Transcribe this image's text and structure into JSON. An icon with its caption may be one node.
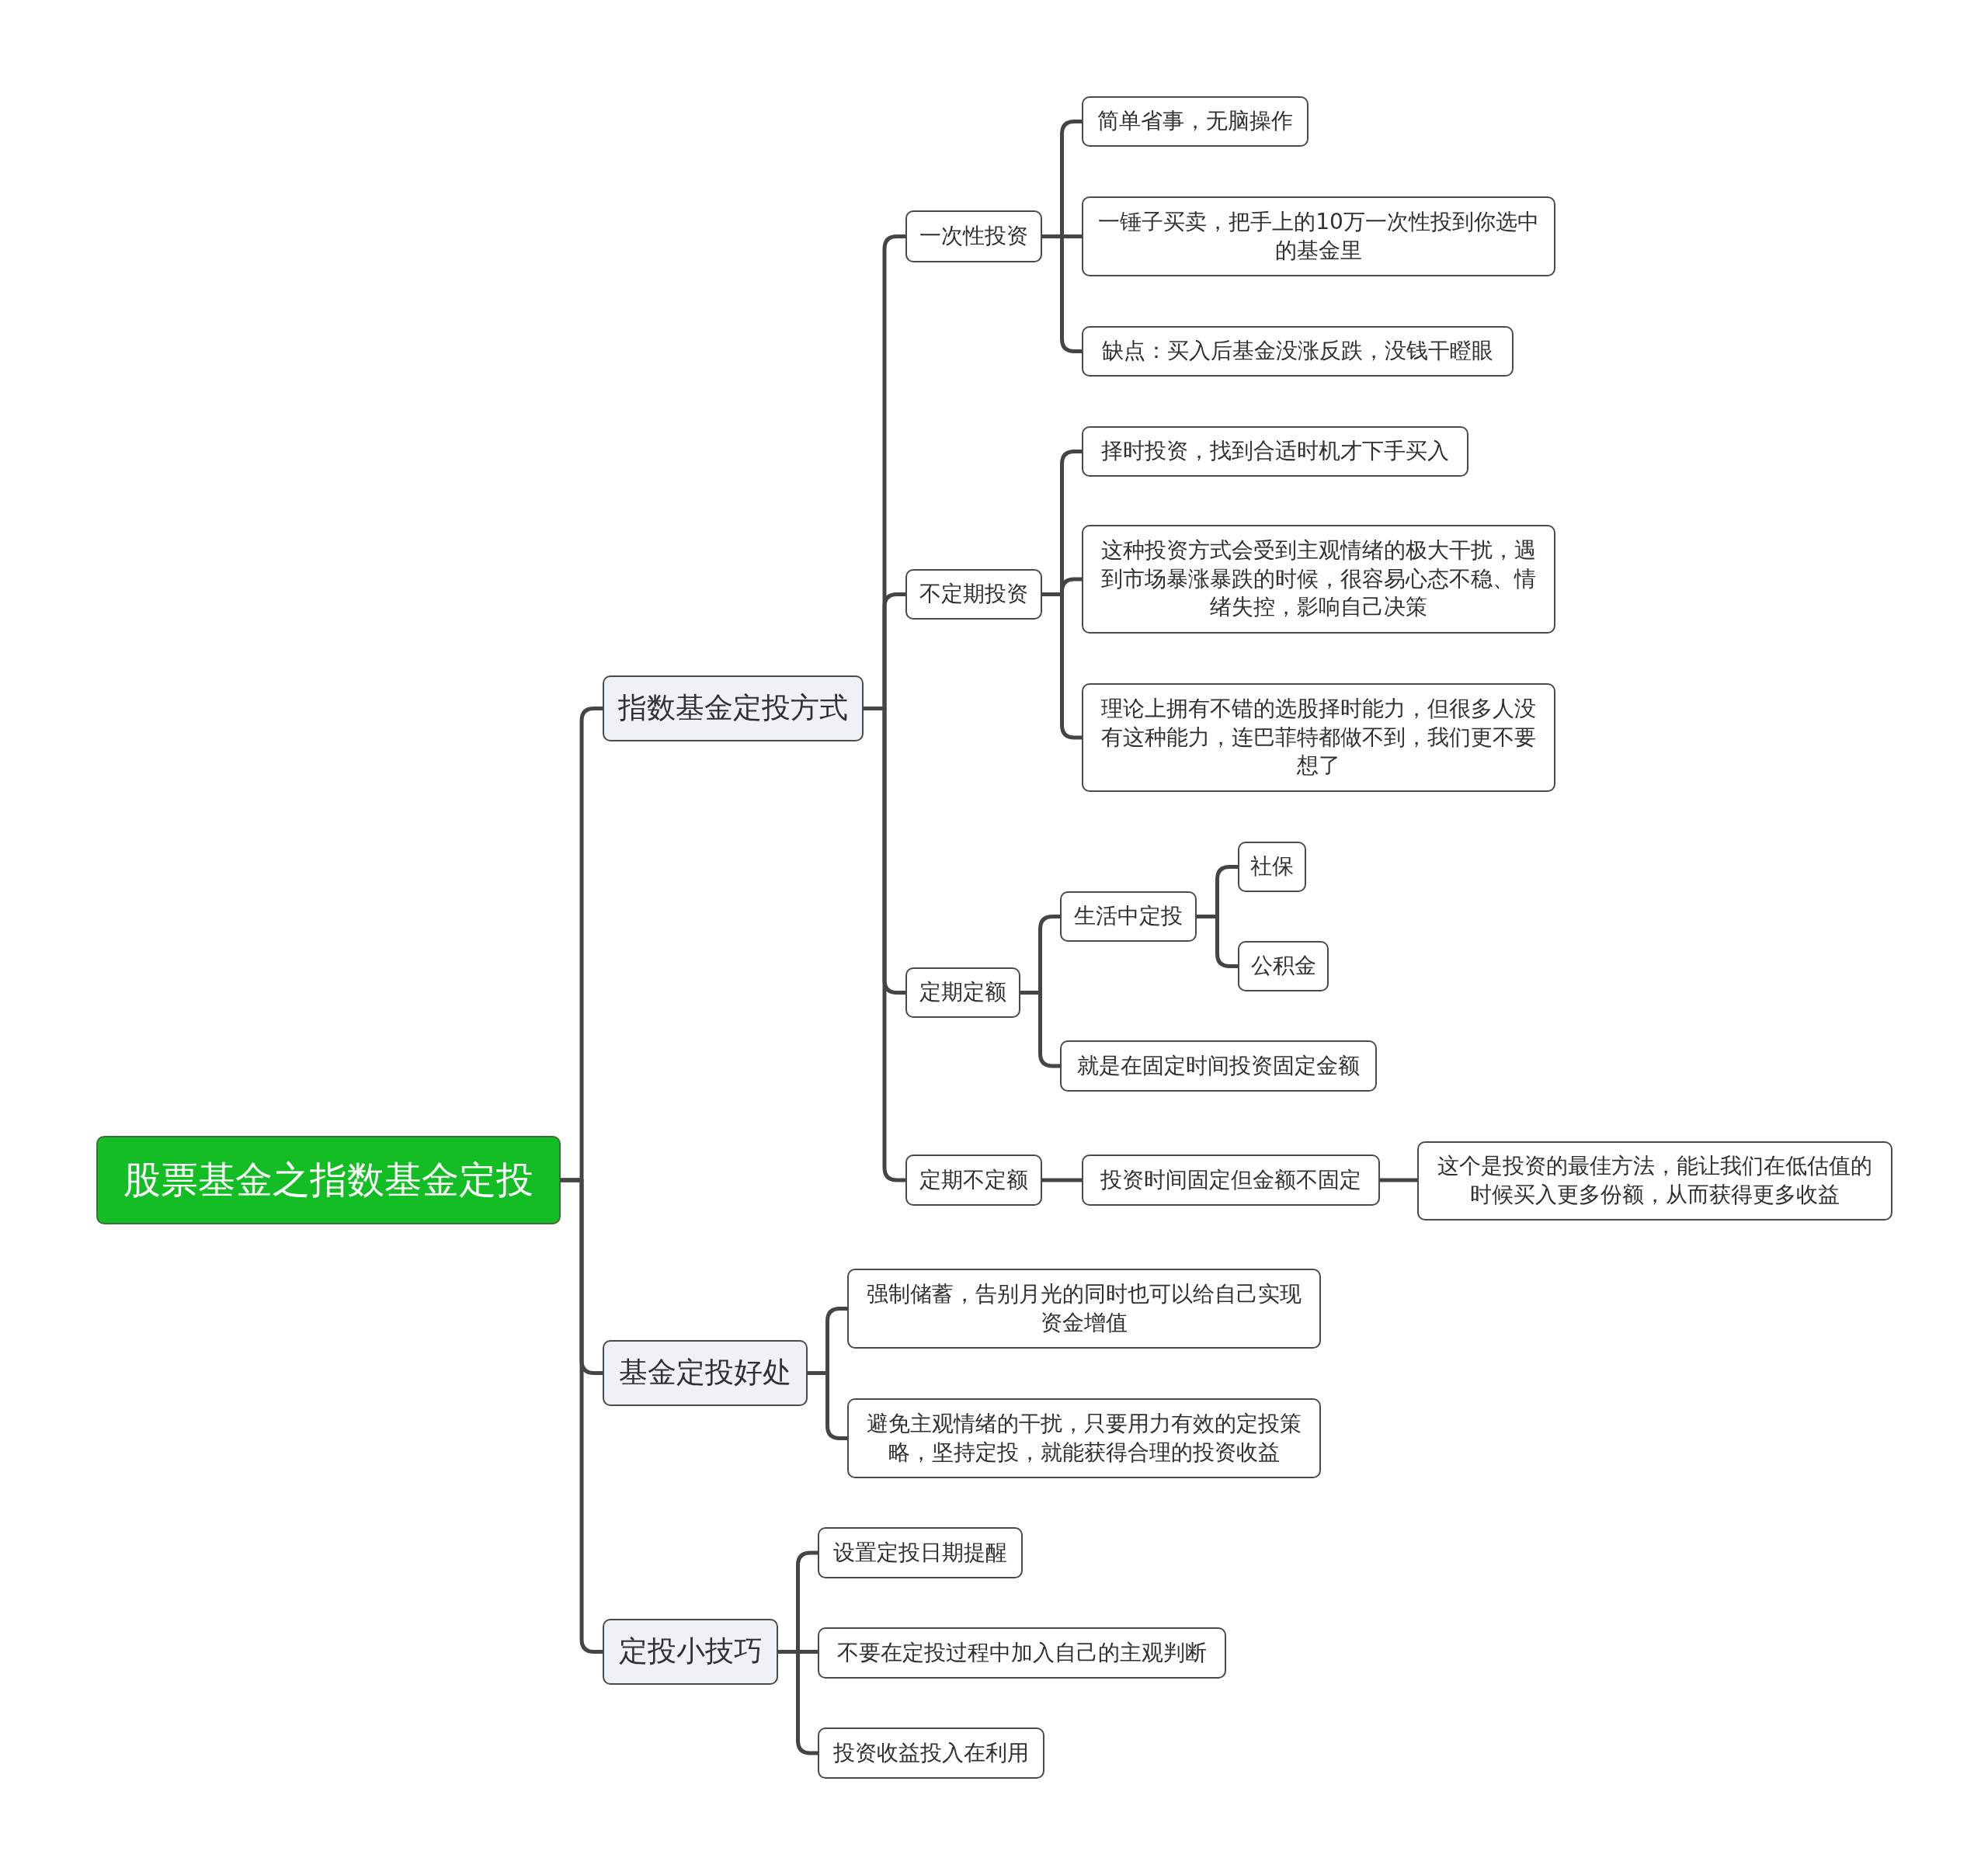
{
  "diagram": {
    "nodes": [
      {
        "text": [
          "股票基金之指数基金定投"
        ]
      },
      {
        "text": [
          "指数基金定投方式"
        ]
      },
      {
        "text": [
          "一次性投资"
        ]
      },
      {
        "text": [
          "简单省事，无脑操作"
        ]
      },
      {
        "text": [
          "一锤子买卖，把手上的10万一次性投到你选中的基金里"
        ]
      },
      {
        "text": [
          "缺点：买入后基金没涨反跌，没钱干瞪眼"
        ]
      },
      {
        "text": [
          "不定期投资"
        ]
      },
      {
        "text": [
          "择时投资，找到合适时机才下手买入"
        ]
      },
      {
        "text": [
          "这种投资方式会受到主观情绪的极大干扰，遇到市场暴涨暴跌的时候，很容易心态不稳、情绪失控，影响自己决策"
        ]
      },
      {
        "text": [
          "理论上拥有不错的选股择时能力，但很多人没有这种能力，连巴菲特都做不到，我们更不要想了"
        ]
      },
      {
        "text": [
          "定期定额"
        ]
      },
      {
        "text": [
          "生活中定投"
        ]
      },
      {
        "text": [
          "社保"
        ]
      },
      {
        "text": [
          "公积金"
        ]
      },
      {
        "text": [
          "就是在固定时间投资固定金额"
        ]
      },
      {
        "text": [
          "定期不定额"
        ]
      },
      {
        "text": [
          "投资时间固定但金额不固定"
        ]
      },
      {
        "text": [
          "这个是投资的最佳方法，能让我们在低估值的时候买入更多份额，从而获得更多收益"
        ]
      },
      {
        "text": [
          "基金定投好处"
        ]
      },
      {
        "text": [
          "强制储蓄，告别月光的同时也可以给自己实现资金增值"
        ]
      },
      {
        "text": [
          "避免主观情绪的干扰，只要用力有效的定投策略，坚持定投，就能获得合理的投资收益"
        ]
      },
      {
        "text": [
          "定投小技巧"
        ]
      },
      {
        "text": [
          "设置定投日期提醒"
        ]
      },
      {
        "text": [
          "不要在定投过程中加入自己的主观判断"
        ]
      },
      {
        "text": [
          "投资收益投入在利用"
        ]
      }
    ],
    "edges": [
      {
        "from": 0,
        "to": 1,
        "arrow": "none"
      },
      {
        "from": 1,
        "to": 2,
        "arrow": "none"
      },
      {
        "from": 2,
        "to": 3,
        "arrow": "none"
      },
      {
        "from": 2,
        "to": 4,
        "arrow": "none"
      },
      {
        "from": 2,
        "to": 5,
        "arrow": "none"
      },
      {
        "from": 1,
        "to": 6,
        "arrow": "none"
      },
      {
        "from": 6,
        "to": 7,
        "arrow": "none"
      },
      {
        "from": 6,
        "to": 8,
        "arrow": "none"
      },
      {
        "from": 6,
        "to": 9,
        "arrow": "none"
      },
      {
        "from": 1,
        "to": 10,
        "arrow": "none"
      },
      {
        "from": 10,
        "to": 11,
        "arrow": "none"
      },
      {
        "from": 11,
        "to": 12,
        "arrow": "none"
      },
      {
        "from": 11,
        "to": 13,
        "arrow": "none"
      },
      {
        "from": 10,
        "to": 14,
        "arrow": "none"
      },
      {
        "from": 1,
        "to": 15,
        "arrow": "none"
      },
      {
        "from": 15,
        "to": 16,
        "arrow": "none"
      },
      {
        "from": 16,
        "to": 17,
        "arrow": "none"
      },
      {
        "from": 0,
        "to": 18,
        "arrow": "none"
      },
      {
        "from": 18,
        "to": 19,
        "arrow": "none"
      },
      {
        "from": 18,
        "to": 20,
        "arrow": "none"
      },
      {
        "from": 0,
        "to": 21,
        "arrow": "none"
      },
      {
        "from": 21,
        "to": 22,
        "arrow": "none"
      },
      {
        "from": 21,
        "to": 23,
        "arrow": "none"
      },
      {
        "from": 21,
        "to": 24,
        "arrow": "none"
      }
    ]
  }
}
